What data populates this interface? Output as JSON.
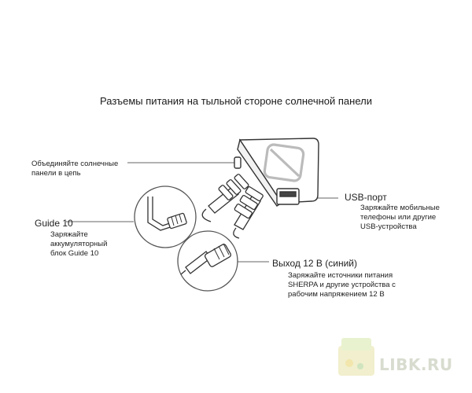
{
  "title": "Разъемы питания на тыльной стороне солнечной панели",
  "labels": {
    "chain": "Объединяйте солнечные\nпанели в цепь",
    "guide_title": "Guide 10",
    "guide_desc": "Заряжайте\nаккумуляторный\nблок Guide 10",
    "usb_title": "USB-порт",
    "usb_desc": "Заряжайте мобильные\nтелефоны или другие\nUSB-устройства",
    "out_title": "Выход 12 В (синий)",
    "out_desc": "Заряжайте источники питания\nSHERPA и другие устройства с\nрабочим напряжением 12 В"
  },
  "watermark": "LIBK.RU"
}
